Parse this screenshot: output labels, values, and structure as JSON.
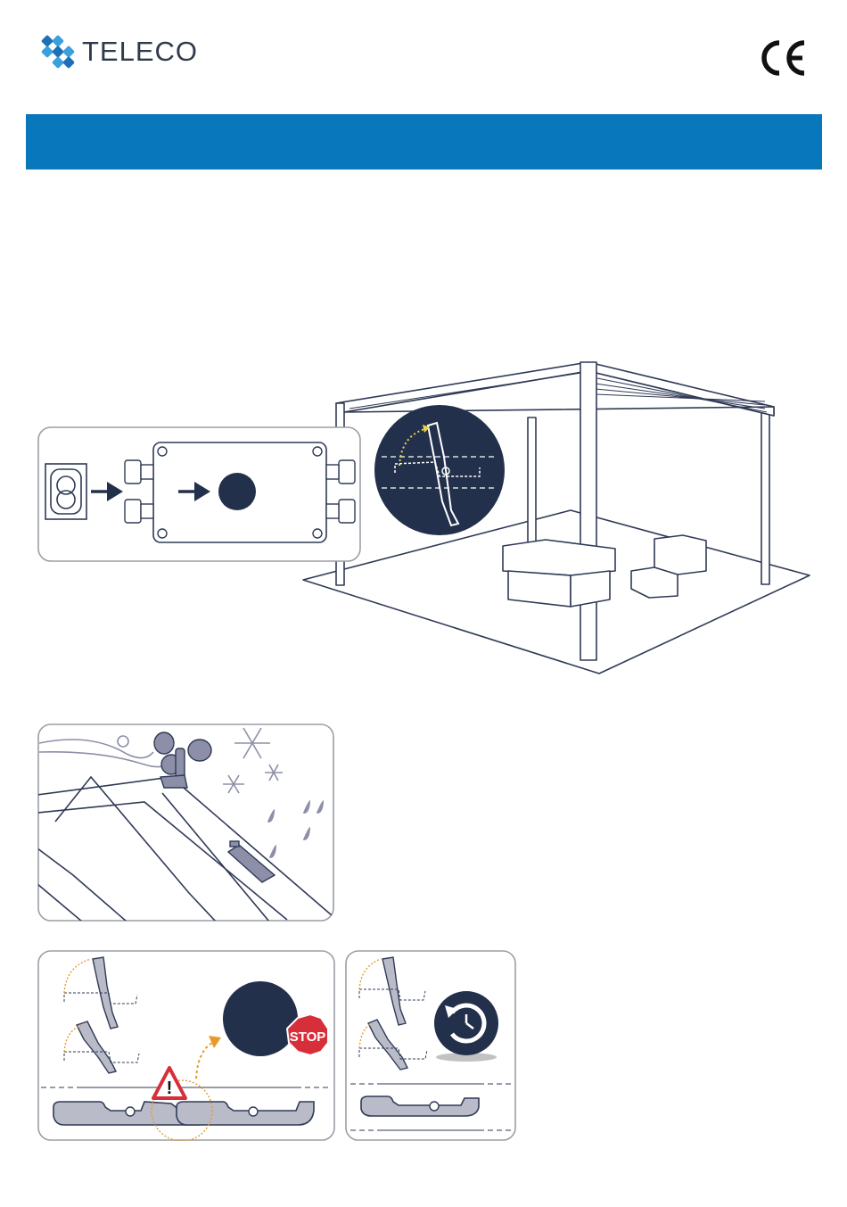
{
  "brand": {
    "name": "TELECO",
    "logo_icon": "teleco-logo-icon",
    "text_color": "#2f3a4c",
    "accent": "#0977bc"
  },
  "certification": {
    "mark": "CE"
  },
  "header_band": {
    "color": "#0977bc"
  },
  "illustrations": {
    "junction_box_panel": "power-to-junction-box-illustration",
    "pergola": "bioclimatic-pergola-illustration",
    "louver_detail": "louver-rotation-detail-icon",
    "weather_sensors": "wind-rain-snow-sensors-illustration",
    "louver_collision": "louver-collision-stop-illustration",
    "louver_timer": "louver-timer-illustration"
  },
  "labels": {
    "stop_sign": "STOP",
    "warning_symbol": "!"
  },
  "colors": {
    "navy": "#23304c",
    "line": "#3a4560",
    "louver_fill": "#b9bcc8",
    "orange_arrow": "#e69a2a",
    "yellow_arrow": "#e8d64a",
    "stop_red": "#d62f3a",
    "warning_red": "#d62f3a",
    "panel_border": "#9b9ea6"
  }
}
